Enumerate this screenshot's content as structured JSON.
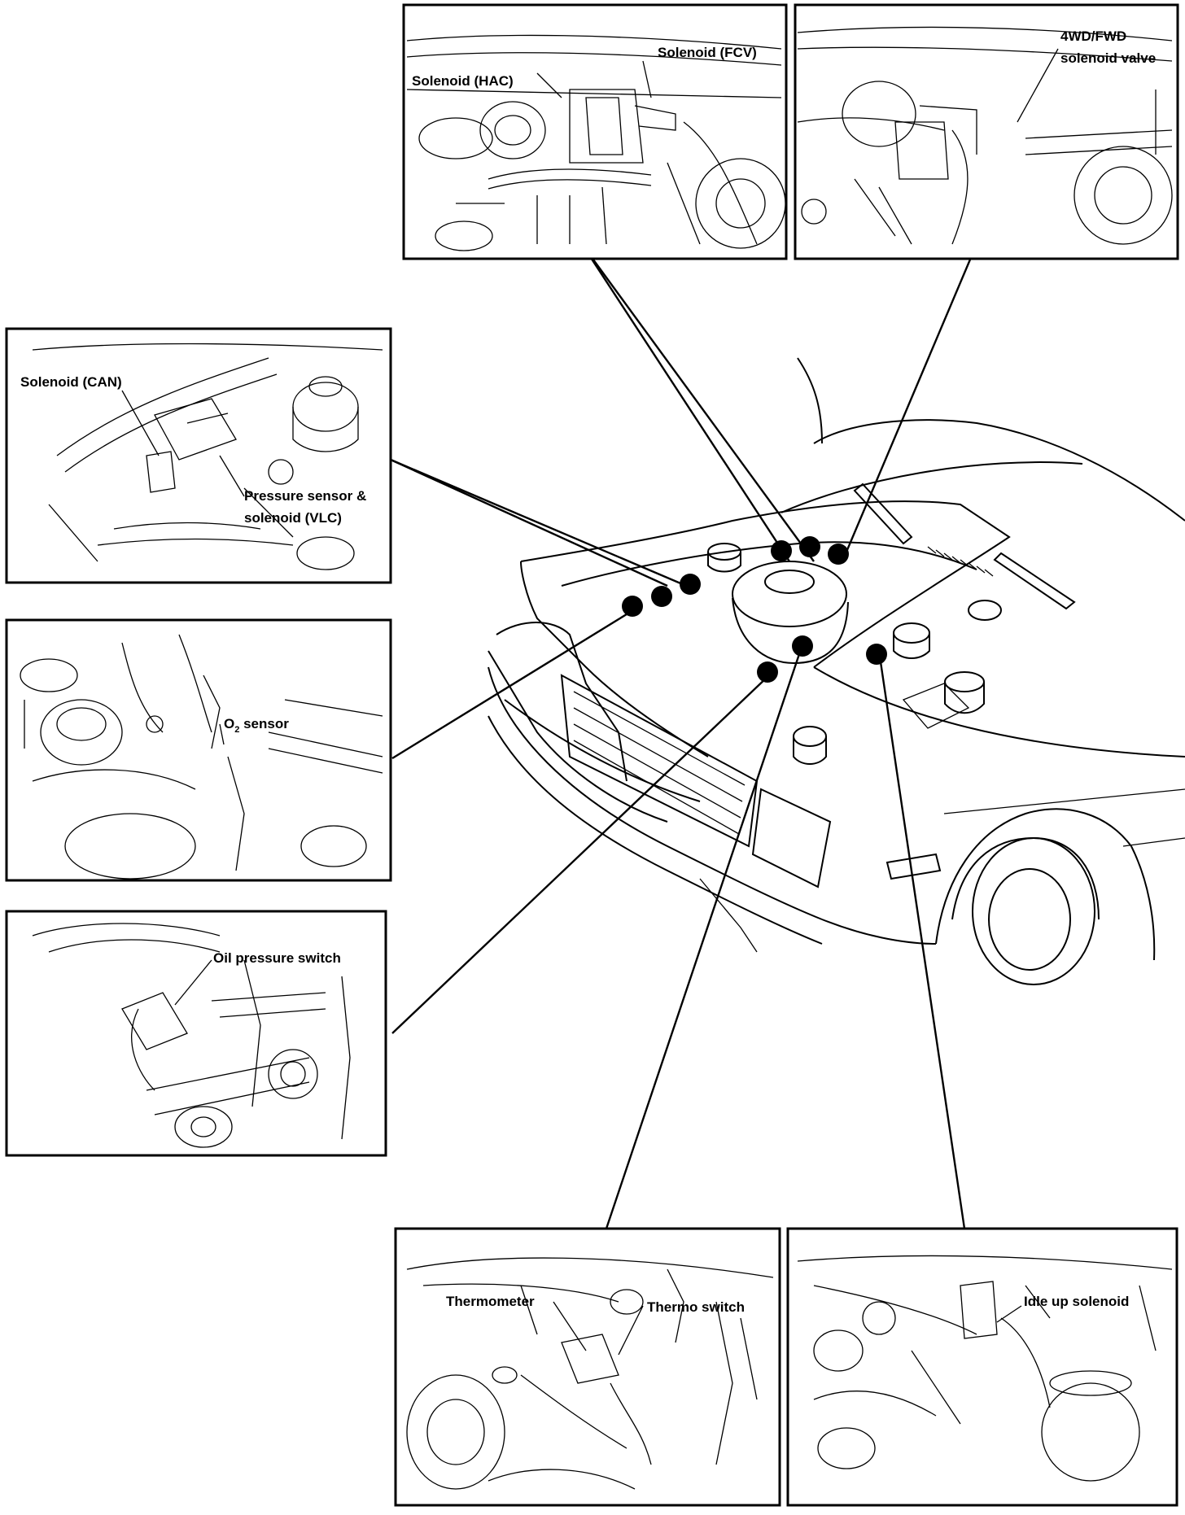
{
  "panels": {
    "top_left": {
      "labels": [
        "Solenoid (FCV)",
        "Solenoid (HAC)"
      ]
    },
    "top_right": {
      "labels": [
        "4WD/FWD",
        "solenoid valve"
      ]
    },
    "left_1": {
      "labels": [
        "Solenoid (CAN)",
        "Pressure sensor &",
        "solenoid (VLC)"
      ]
    },
    "left_2": {
      "label_main": "O",
      "label_sub": "2",
      "label_tail": " sensor"
    },
    "left_3": {
      "labels": [
        "Oil pressure switch"
      ]
    },
    "bottom_left": {
      "labels": [
        "Thermometer",
        "Thermo switch"
      ]
    },
    "bottom_right": {
      "labels": [
        "Idle up solenoid"
      ]
    }
  }
}
